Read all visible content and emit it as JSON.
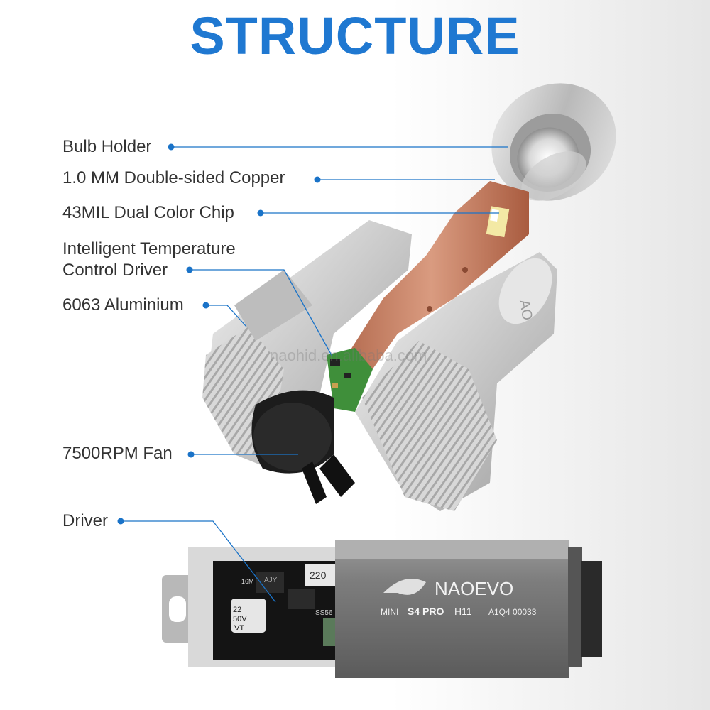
{
  "title": "STRUCTURE",
  "colors": {
    "accent": "#1f78d1",
    "leader": "#1a73c8"
  },
  "labels": [
    {
      "id": "bulb-holder",
      "text": "Bulb Holder"
    },
    {
      "id": "copper",
      "text": "1.0 MM Double-sided Copper"
    },
    {
      "id": "chip",
      "text": "43MIL Dual Color Chip"
    },
    {
      "id": "driver-ctrl",
      "text": "Intelligent Temperature",
      "text2": "Control Driver"
    },
    {
      "id": "aluminium",
      "text": "6063 Aluminium"
    },
    {
      "id": "fan",
      "text": "7500RPM Fan"
    },
    {
      "id": "driver",
      "text": "Driver"
    }
  ],
  "watermark": "naohid.en.alibaba.com",
  "product": {
    "brand": "NAOEVO",
    "model_prefix": "MINI",
    "model": "S4 PRO",
    "size": "H11",
    "serial": "A1Q4 00033",
    "housing_text": "AO"
  },
  "pcb_markings": {
    "capacitor_1": "22",
    "capacitor_2": "50V",
    "capacitor_3": "VT",
    "chip_1": "AJY",
    "chip_2": "16M",
    "chip_3": "220",
    "chip_4": "SS56"
  }
}
